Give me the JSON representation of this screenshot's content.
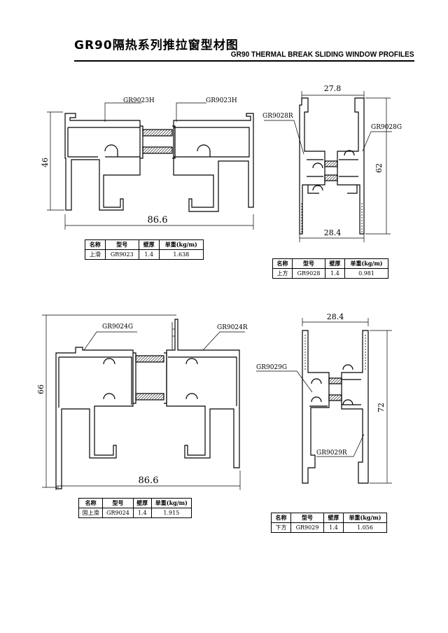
{
  "header": {
    "title_cn": "GR90隔热系列推拉窗型材图",
    "title_en": "GR90 THERMAL BREAK SLIDING WINDOW PROFILES"
  },
  "profiles": {
    "p1": {
      "label_left": "GR9023H",
      "label_right": "GR9023H",
      "dim_height": "46",
      "dim_width": "86.6"
    },
    "p2": {
      "label_left": "GR9028R",
      "label_right": "GR9028G",
      "dim_top": "27.8",
      "dim_bottom": "28.4",
      "dim_height": "62"
    },
    "p3": {
      "label_left": "GR9024G",
      "label_right": "GR9024R",
      "dim_height": "66",
      "dim_width": "86.6"
    },
    "p4": {
      "label_left": "GR9029G",
      "label_right": "GR9029R",
      "dim_top": "28.4",
      "dim_height": "72"
    }
  },
  "tables": {
    "headers": [
      "名称",
      "型号",
      "壁厚",
      "单重(kg/m)"
    ],
    "t9023": [
      "上滑",
      "GR9023",
      "1.4",
      "1.638"
    ],
    "t9028": [
      "上方",
      "GR9028",
      "1.4",
      "0.981"
    ],
    "t9024": [
      "固上滑",
      "GR9024",
      "1.4",
      "1.915"
    ],
    "t9029": [
      "下方",
      "GR9029",
      "1.4",
      "1.056"
    ]
  }
}
